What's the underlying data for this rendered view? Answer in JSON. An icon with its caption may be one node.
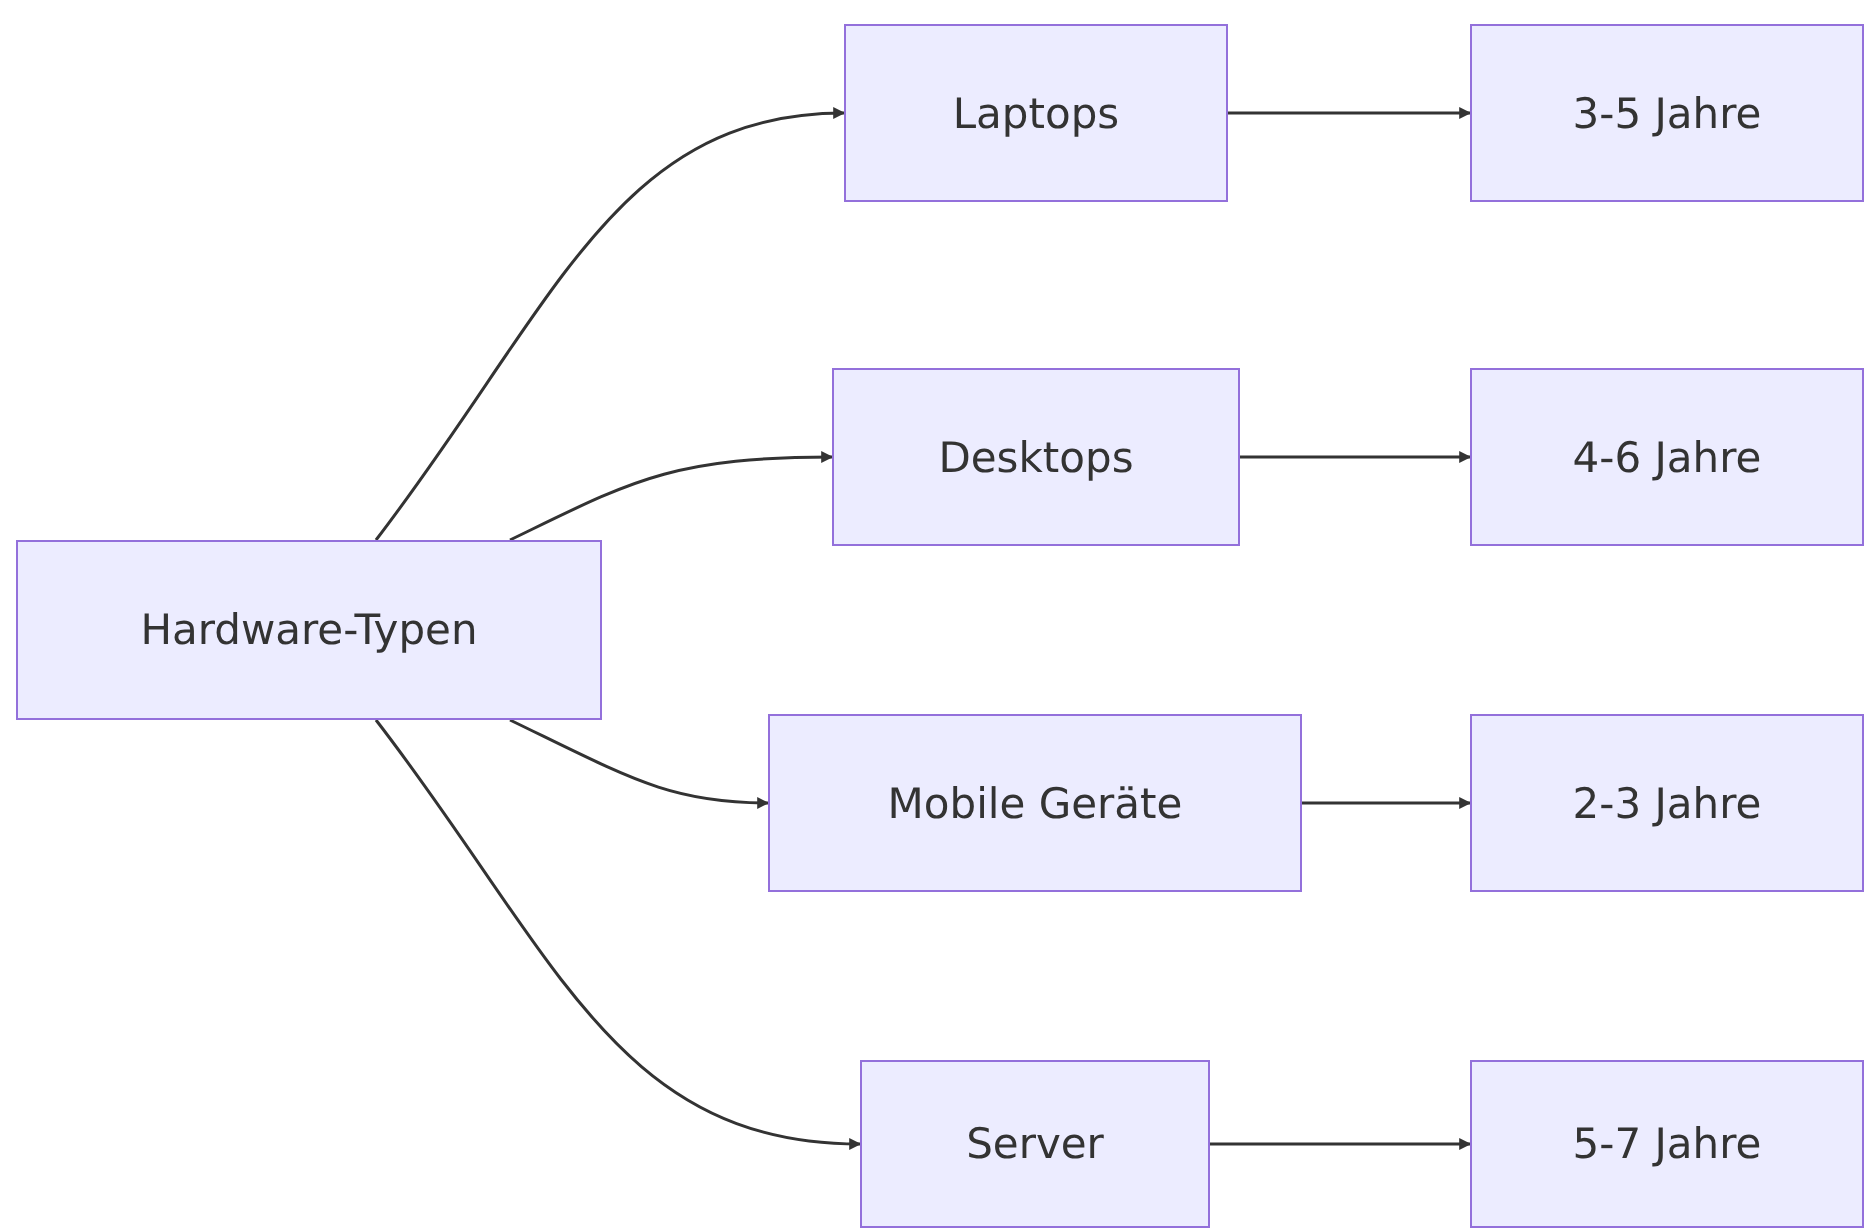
{
  "diagram": {
    "nodes": [
      {
        "text": [
          "Hardware-Typen"
        ]
      },
      {
        "text": [
          "Laptops"
        ]
      },
      {
        "text": [
          "3-5 Jahre"
        ]
      },
      {
        "text": [
          "Desktops"
        ]
      },
      {
        "text": [
          "4-6 Jahre"
        ]
      },
      {
        "text": [
          "Mobile Geräte"
        ]
      },
      {
        "text": [
          "2-3 Jahre"
        ]
      },
      {
        "text": [
          "Server"
        ]
      },
      {
        "text": [
          "5-7 Jahre"
        ]
      }
    ],
    "edges": [
      {
        "from": 0,
        "to": 1,
        "arrow": "to"
      },
      {
        "from": 0,
        "to": 3,
        "arrow": "to"
      },
      {
        "from": 0,
        "to": 5,
        "arrow": "to"
      },
      {
        "from": 0,
        "to": 7,
        "arrow": "to"
      },
      {
        "from": 1,
        "to": 2,
        "arrow": "to"
      },
      {
        "from": 3,
        "to": 4,
        "arrow": "to"
      },
      {
        "from": 5,
        "to": 6,
        "arrow": "to"
      },
      {
        "from": 7,
        "to": 8,
        "arrow": "to"
      }
    ]
  }
}
